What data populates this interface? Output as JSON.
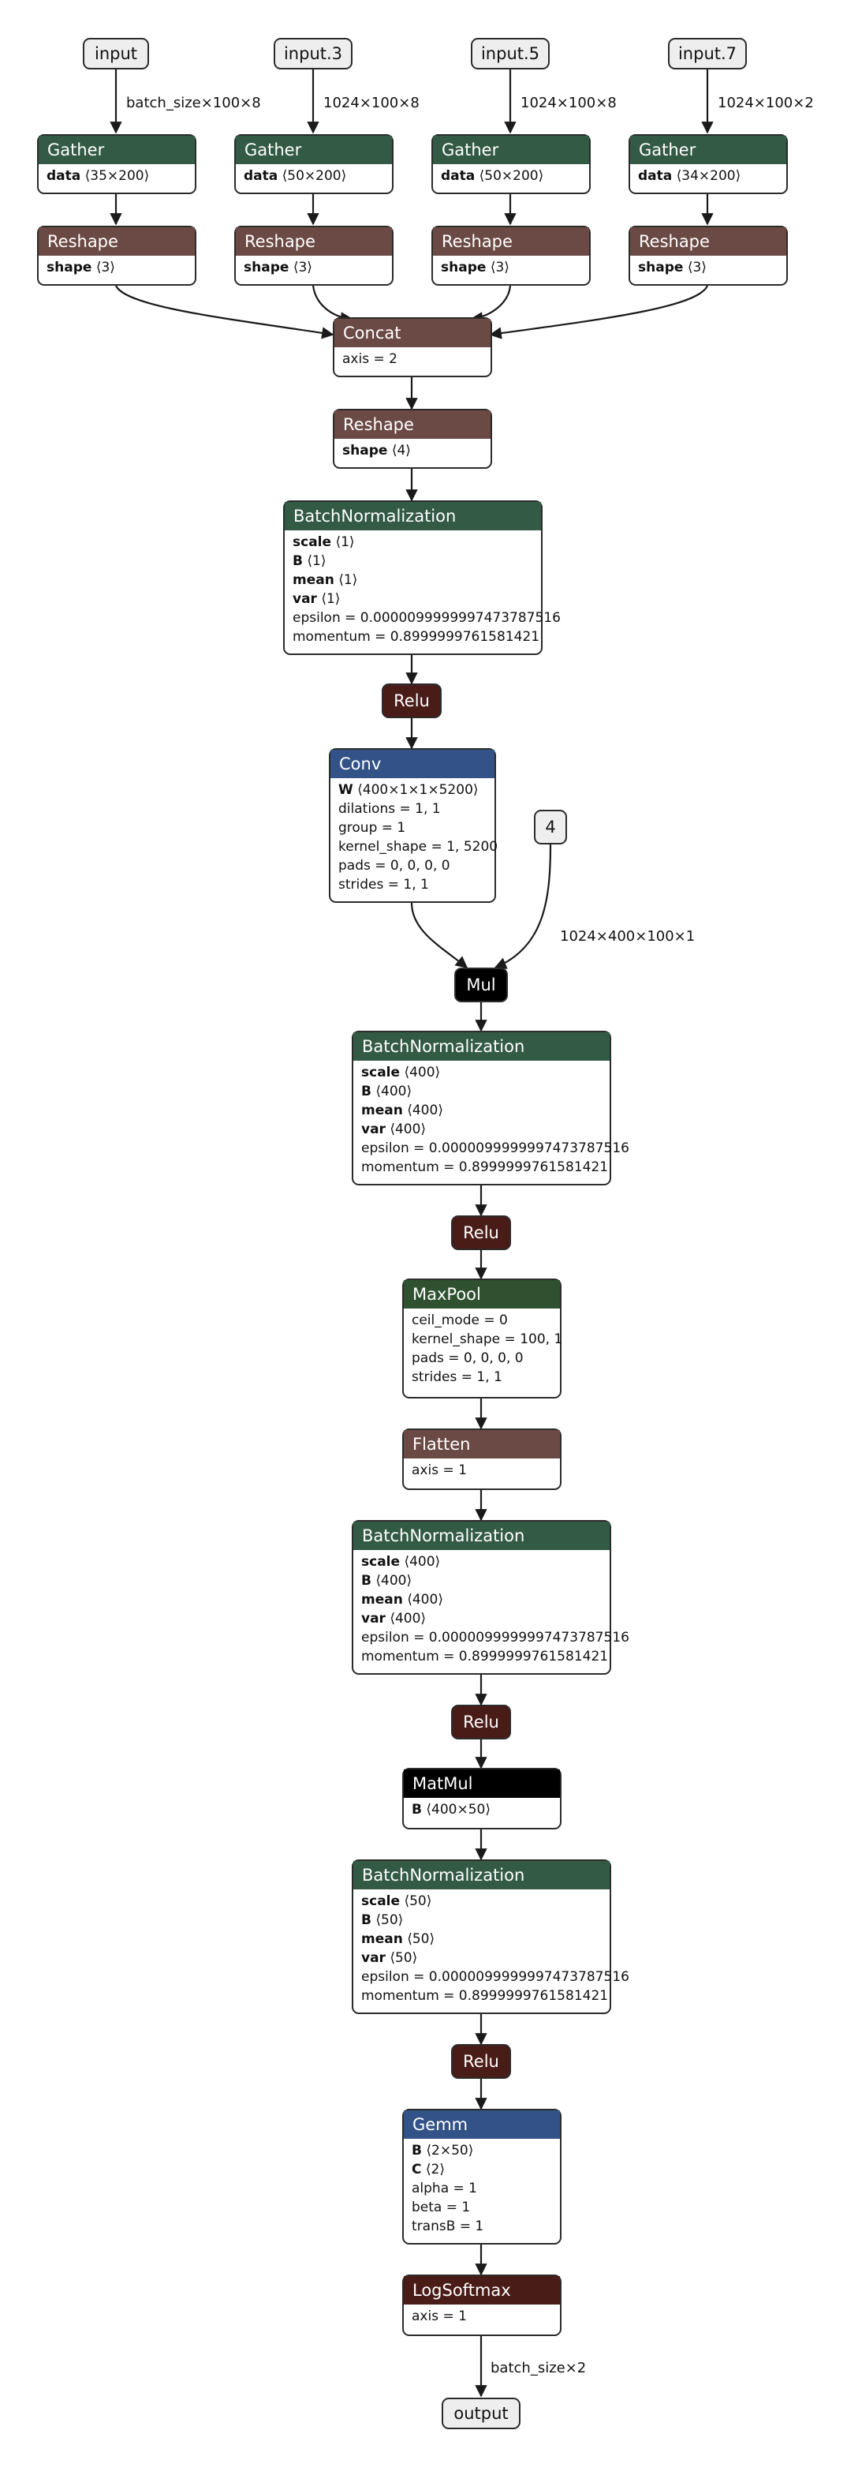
{
  "colors": {
    "layer": "#335a45",
    "shape": "#6b4a45",
    "activation": "#4a1c18",
    "conv": "#335388",
    "black": "#000000",
    "pool": "#2f5130",
    "io_fill": "#eeeeee"
  },
  "inputs": [
    {
      "label": "input",
      "shape": "batch_size×100×8"
    },
    {
      "label": "input.3",
      "shape": "1024×100×8"
    },
    {
      "label": "input.5",
      "shape": "1024×100×8"
    },
    {
      "label": "input.7",
      "shape": "1024×100×2"
    }
  ],
  "gathers": [
    {
      "title": "Gather",
      "attr": "data",
      "value": "⟨35×200⟩"
    },
    {
      "title": "Gather",
      "attr": "data",
      "value": "⟨50×200⟩"
    },
    {
      "title": "Gather",
      "attr": "data",
      "value": "⟨50×200⟩"
    },
    {
      "title": "Gather",
      "attr": "data",
      "value": "⟨34×200⟩"
    }
  ],
  "reshapes": [
    {
      "title": "Reshape",
      "attr": "shape",
      "value": "⟨3⟩"
    },
    {
      "title": "Reshape",
      "attr": "shape",
      "value": "⟨3⟩"
    },
    {
      "title": "Reshape",
      "attr": "shape",
      "value": "⟨3⟩"
    },
    {
      "title": "Reshape",
      "attr": "shape",
      "value": "⟨3⟩"
    }
  ],
  "concat": {
    "title": "Concat",
    "lines": [
      "axis = 2"
    ]
  },
  "reshape2": {
    "title": "Reshape",
    "attr": "shape",
    "value": "⟨4⟩"
  },
  "bn1": {
    "title": "BatchNormalization",
    "scale": "⟨1⟩",
    "B": "⟨1⟩",
    "mean": "⟨1⟩",
    "var": "⟨1⟩",
    "epsilon": "epsilon = 0.0000099999997473787516",
    "momentum": "momentum = 0.8999999761581421"
  },
  "relu": "Relu",
  "conv": {
    "title": "Conv",
    "W": "⟨400×1×1×5200⟩",
    "lines": [
      "dilations = 1, 1",
      "group = 1",
      "kernel_shape = 1, 5200",
      "pads = 0, 0, 0, 0",
      "strides = 1, 1"
    ]
  },
  "const4": "4",
  "mul": {
    "title": "Mul",
    "edge_label": "1024×400×100×1"
  },
  "bn2": {
    "title": "BatchNormalization",
    "scale": "⟨400⟩",
    "B": "⟨400⟩",
    "mean": "⟨400⟩",
    "var": "⟨400⟩",
    "epsilon": "epsilon = 0.0000099999997473787516",
    "momentum": "momentum = 0.8999999761581421"
  },
  "maxpool": {
    "title": "MaxPool",
    "lines": [
      "ceil_mode = 0",
      "kernel_shape = 100, 1",
      "pads = 0, 0, 0, 0",
      "strides = 1, 1"
    ]
  },
  "flatten": {
    "title": "Flatten",
    "lines": [
      "axis = 1"
    ]
  },
  "bn3": {
    "title": "BatchNormalization",
    "scale": "⟨400⟩",
    "B": "⟨400⟩",
    "mean": "⟨400⟩",
    "var": "⟨400⟩",
    "epsilon": "epsilon = 0.0000099999997473787516",
    "momentum": "momentum = 0.8999999761581421"
  },
  "matmul": {
    "title": "MatMul",
    "B": "⟨400×50⟩"
  },
  "bn4": {
    "title": "BatchNormalization",
    "scale": "⟨50⟩",
    "B": "⟨50⟩",
    "mean": "⟨50⟩",
    "var": "⟨50⟩",
    "epsilon": "epsilon = 0.0000099999997473787516",
    "momentum": "momentum = 0.8999999761581421"
  },
  "gemm": {
    "title": "Gemm",
    "B": "⟨2×50⟩",
    "C": "⟨2⟩",
    "lines": [
      "alpha = 1",
      "beta = 1",
      "transB = 1"
    ]
  },
  "logsoftmax": {
    "title": "LogSoftmax",
    "lines": [
      "axis = 1"
    ]
  },
  "output": {
    "label": "output",
    "shape": "batch_size×2"
  }
}
